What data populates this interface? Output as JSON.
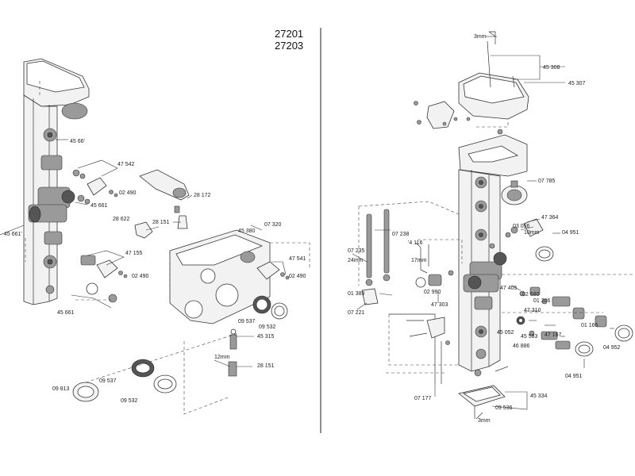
{
  "model_numbers": [
    "27201",
    "27203"
  ],
  "left_labels": {
    "p45661a": "45 66'",
    "p47542": "47 542",
    "p02490a": "02 490",
    "p45661b": "45 661",
    "p45661c": "45 661'",
    "p28172": "28 172",
    "p28622": "28 622",
    "p28151a": "28 151",
    "p45380": "45 380",
    "p07320": "07 320",
    "p47155": "47 155",
    "p02490b": "02 490",
    "p47541": "47 541",
    "p02490c": "02 490",
    "p45661d": "45 661",
    "p09537a": "09 537",
    "p09532a": "09 532",
    "p45315": "45 315",
    "p28151b": "28 151",
    "p09813": "09 813",
    "p09537b": "09 537",
    "p09532b": "09 532",
    "p12mm": "12mm"
  },
  "right_labels": {
    "p3mm_top": "3mm",
    "p45308": "45 308",
    "p45307": "45 307",
    "p07785": "07 785",
    "p47364": "47 364",
    "p03056": "03 056",
    "p10mm": "10mm",
    "p04951a": "04 951",
    "p07238": "07 238",
    "p07235": "07 235",
    "p24mm": "24mm",
    "p14116": "'4 116",
    "p17mm": "17mm",
    "p02990": "02 990",
    "p01389": "01 389",
    "p07221": "07 221",
    "p47303": "47 303",
    "p47405": "47 405",
    "p02680": "02 680",
    "p01206": "01 206",
    "p47310": "47 310",
    "p45052": "45 052",
    "p45583": "45 583",
    "p46886": "46 886",
    "p47167": "47 167",
    "p01166": "01 166",
    "p04952": "04 952",
    "p04951b": "04 951",
    "p07177": "07 177",
    "p45334": "45 334",
    "p09536": "09 536",
    "p3mm_bottom": "3mm"
  }
}
